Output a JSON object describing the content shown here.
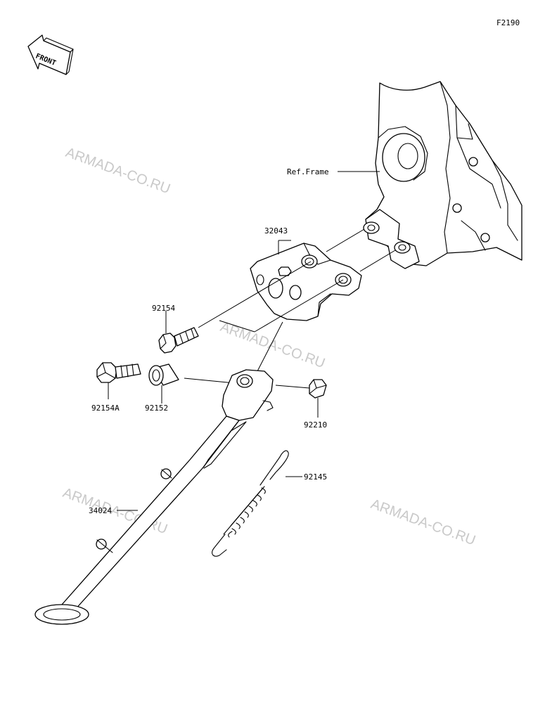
{
  "figure_code": "F2190",
  "front_label": "FRONT",
  "watermark": "ARMADA-CO.RU",
  "parts": {
    "ref_frame": "Ref.Frame",
    "bracket": "32043",
    "bolt_small": "92154",
    "bolt_large": "92154A",
    "collar": "92152",
    "nut": "92210",
    "spring": "92145",
    "side_stand": "34024"
  }
}
